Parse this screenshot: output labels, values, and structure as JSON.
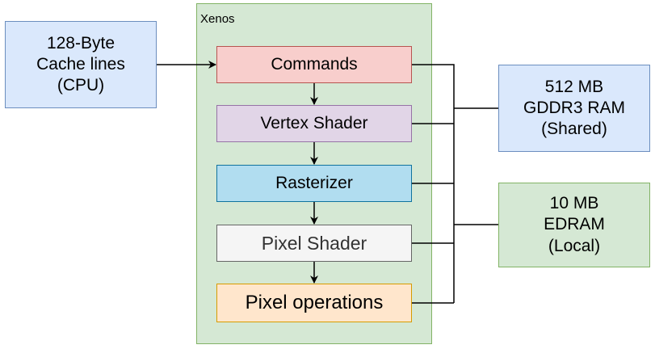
{
  "diagram": {
    "container": {
      "label": "Xenos",
      "fill": "#d5e8d4",
      "stroke": "#82b366"
    },
    "left_box": {
      "label": "128-Byte\nCache lines\n(CPU)",
      "fill": "#dae8fc",
      "stroke": "#6c8ebf"
    },
    "pipeline": [
      {
        "label": "Commands",
        "fill": "#f8cecc",
        "stroke": "#b85450",
        "text_color": "#000000"
      },
      {
        "label": "Vertex Shader",
        "fill": "#e1d5e7",
        "stroke": "#9673a6",
        "text_color": "#000000"
      },
      {
        "label": "Rasterizer",
        "fill": "#b1ddf0",
        "stroke": "#10739e",
        "text_color": "#000000"
      },
      {
        "label": "Pixel Shader",
        "fill": "#f5f5f5",
        "stroke": "#666666",
        "text_color": "#333333"
      },
      {
        "label": "Pixel operations",
        "fill": "#ffe6cc",
        "stroke": "#d79b00",
        "text_color": "#000000"
      }
    ],
    "memory": [
      {
        "label": "512 MB\nGDDR3 RAM\n(Shared)",
        "fill": "#dae8fc",
        "stroke": "#6c8ebf"
      },
      {
        "label": "10 MB\nEDRAM\n(Local)",
        "fill": "#d5e8d4",
        "stroke": "#82b366"
      }
    ],
    "edge_color": "#000000"
  }
}
